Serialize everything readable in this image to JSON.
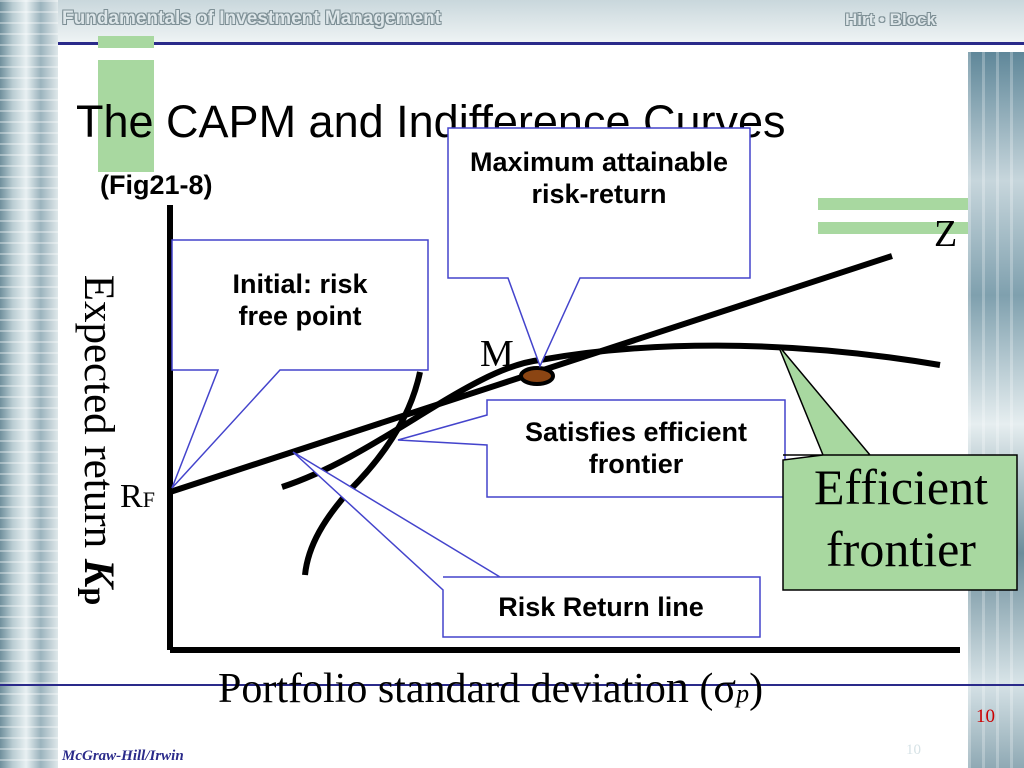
{
  "header": {
    "book_title": "Fundamentals of Investment Management",
    "authors": "Hirt • Block"
  },
  "slide": {
    "title": "The CAPM and Indifference Curves",
    "figure_ref": "(Fig21-8)"
  },
  "axes": {
    "y_label_text": "Expected return ",
    "y_label_symbol": "K",
    "y_label_sub": "p",
    "x_label_text": "Portfolio standard deviatio",
    "x_label_big": "n",
    "x_label_paren_open": " (",
    "x_label_symbol": "σ",
    "x_label_sub": "p",
    "x_label_paren_close": ")"
  },
  "points": {
    "rf_main": "R",
    "rf_sub": "F",
    "m": "M",
    "z": "Z"
  },
  "callouts": {
    "risk_free": "Initial: risk free point",
    "maximum": "Maximum attainable risk-return",
    "satisfies": "Satisfies efficient frontier",
    "risk_return_line": "Risk Return line",
    "efficient_frontier": "Efficient frontier"
  },
  "colors": {
    "header_rule": "#2a2a8a",
    "accent_green": "#a8d8a0",
    "callout_border": "#4444cc",
    "market_point": "#8b4513",
    "page_number": "#cc0000"
  },
  "footer": {
    "publisher": "McGraw-Hill/Irwin",
    "page_number": "10",
    "page_number_faint": "10"
  }
}
